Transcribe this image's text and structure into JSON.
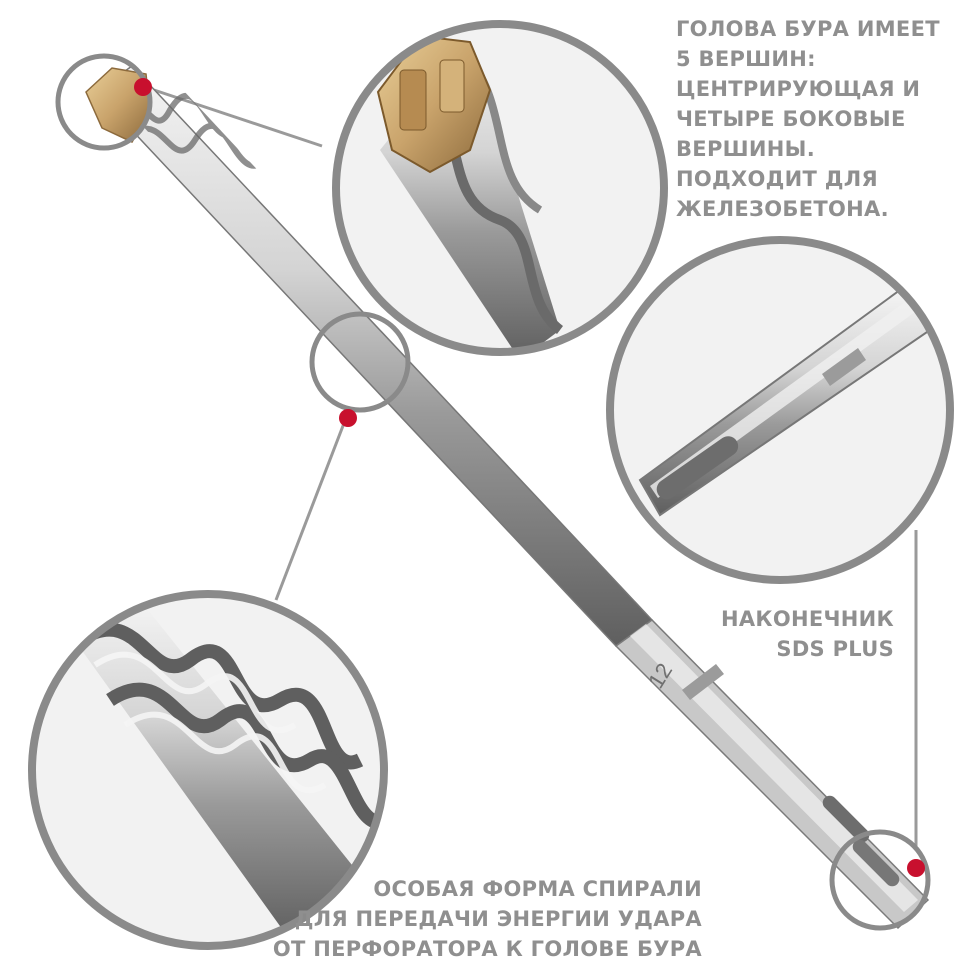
{
  "captions": {
    "head": {
      "lines": [
        "ГОЛОВА БУРА ИМЕЕТ",
        "5 ВЕРШИН:",
        "ЦЕНТРИРУЮЩАЯ И",
        "ЧЕТЫРЕ БОКОВЫЕ",
        "ВЕРШИНЫ.",
        "ПОДХОДИТ ДЛЯ",
        "ЖЕЛЕЗОБЕТОНА."
      ]
    },
    "shank": {
      "lines": [
        "НАКОНЕЧНИК",
        "SDS PLUS"
      ]
    },
    "spiral": {
      "lines": [
        "ОСОБАЯ ФОРМА СПИРАЛИ",
        "ДЛЯ ПЕРЕДАЧИ ЭНЕРГИИ УДАРА",
        "ОТ ПЕРФОРАТОРА К ГОЛОВЕ БУРА"
      ]
    }
  },
  "drill_marking": "12",
  "colors": {
    "caption_text": "#8f8f8f",
    "callout_ring": "#8a8a8a",
    "callout_dot": "#c8102e",
    "steel_light": "#e6e6e6",
    "steel_dark": "#7d7d7d",
    "carbide_gold": "#c9a36b",
    "callout_background": "#f2f2f2"
  }
}
